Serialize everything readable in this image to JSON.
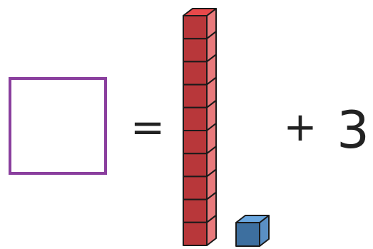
{
  "equation": {
    "equals_sign": "=",
    "plus_sign": "+",
    "addend": "3"
  },
  "answer_box": {
    "value": ""
  },
  "ten_rod": {
    "cube_count": 10
  },
  "unit_cubes": {
    "count": 1
  },
  "colors": {
    "answer_box_border": "#8a3f9e",
    "ten_rod_front": "#b8373a",
    "ten_rod_side": "#e87a7c",
    "ten_rod_top": "#e8494b",
    "unit_cube_front": "#3d6f9f",
    "unit_cube_side": "#5a8fc4",
    "unit_cube_top": "#6aa7df",
    "outline": "#1a1a1a",
    "text": "#222222"
  }
}
